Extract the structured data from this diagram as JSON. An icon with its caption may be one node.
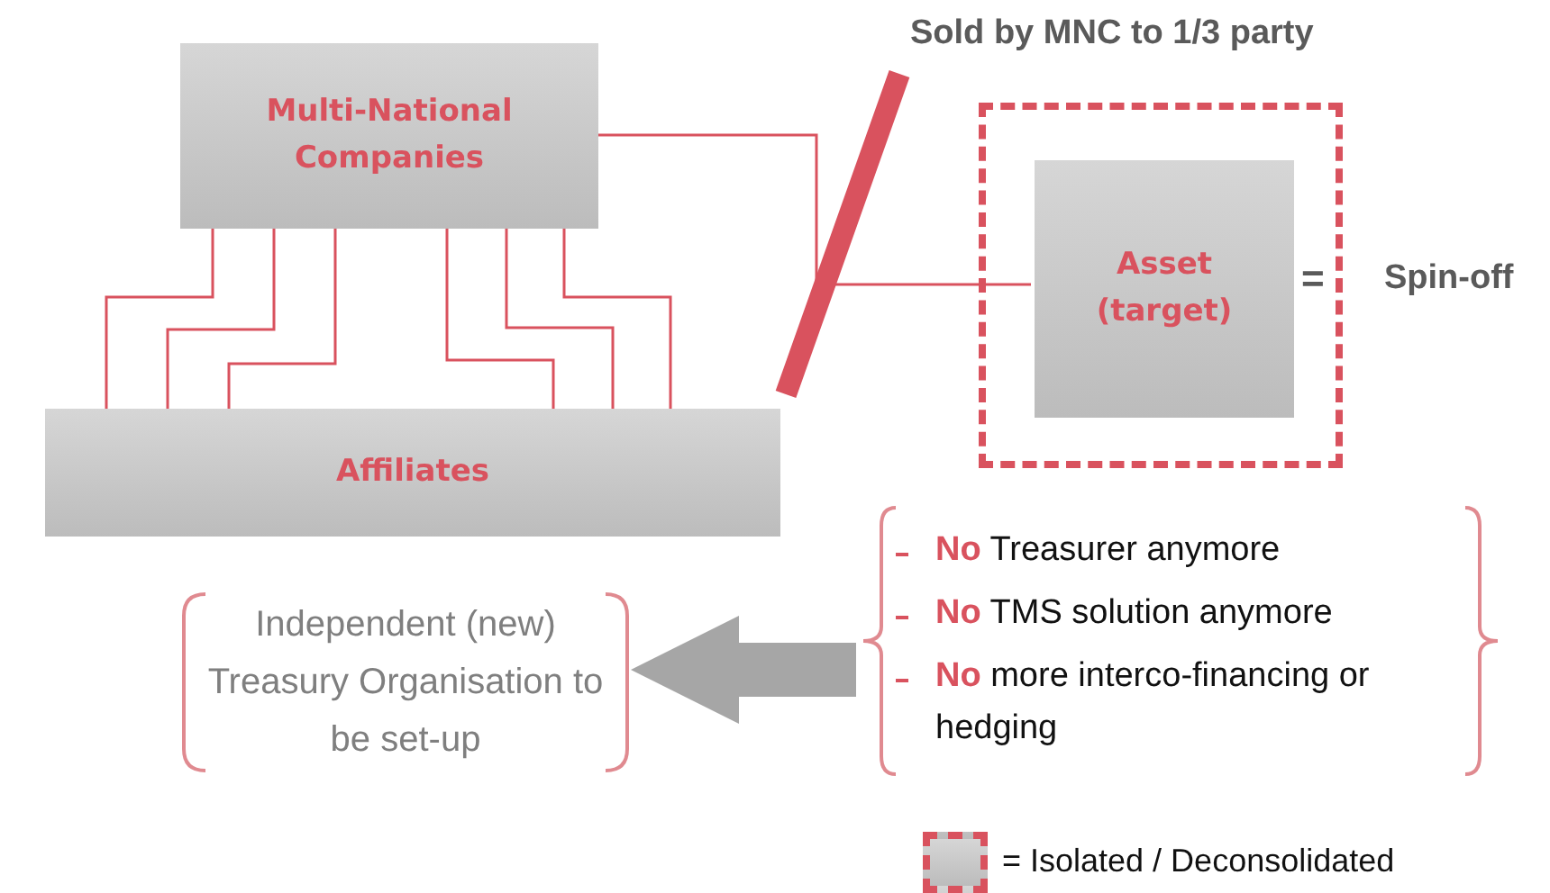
{
  "diagram": {
    "nodes": [
      {
        "text": [
          "Multi-National Companies"
        ]
      },
      {
        "text": [
          "Affiliates"
        ]
      },
      {
        "text": [],
        "shape": "box"
      },
      {
        "text": [
          "Asset (target)"
        ],
        "in": 2
      },
      {
        "text": [
          "Independent (new) Treasury Organisation to be set-up"
        ]
      },
      {
        "text": [
          "**No** Treasurer anymore",
          "**No** TMS solution anymore",
          "**No** more interco-financing or hedging"
        ]
      }
    ],
    "edges": [
      {
        "from": 0,
        "to": 1,
        "arrow": "none"
      },
      {
        "from": 0,
        "to": 1,
        "arrow": "none"
      },
      {
        "from": 0,
        "to": 1,
        "arrow": "none"
      },
      {
        "from": 0,
        "to": 1,
        "arrow": "none"
      },
      {
        "from": 0,
        "to": 1,
        "arrow": "none"
      },
      {
        "from": 0,
        "to": 1,
        "arrow": "none"
      },
      {
        "from": 0,
        "to": 3,
        "arrow": "none"
      },
      {
        "from": 5,
        "to": 4,
        "arrow": "to",
        "style": "thick",
        "color": "#a6a6a6"
      }
    ],
    "labels": [
      "Sold by MNC to 1/3 party",
      "=",
      "Spin-off"
    ],
    "legend": [
      {
        "text": "= Isolated / Deconsolidated"
      }
    ]
  }
}
